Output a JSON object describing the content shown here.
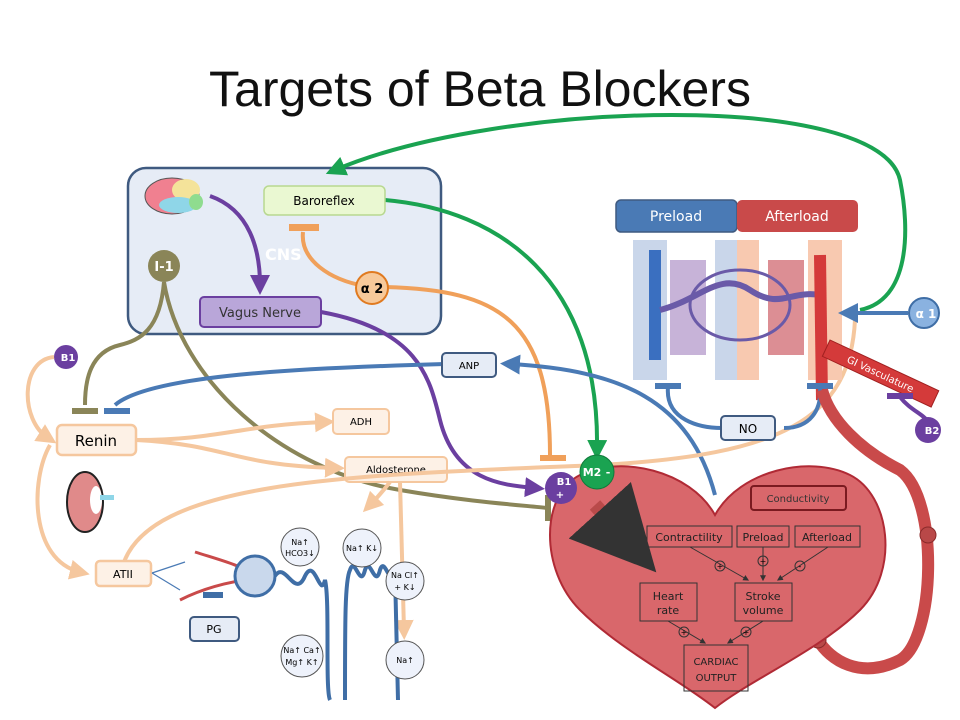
{
  "title": "Targets of Beta Blockers",
  "cns": {
    "region_label": "CNS",
    "baroreflex": "Baroreflex",
    "vagus_nerve": "Vagus Nerve",
    "imidazoline_receptor": "I-1",
    "alpha2_receptor": "α 2"
  },
  "vasculature": {
    "preload": "Preload",
    "afterload": "Afterload",
    "gi_vasculature": "GI Vasculature",
    "no": "NO",
    "alpha1_receptor": "α 1",
    "b2_receptor": "B2"
  },
  "kidney": {
    "b1_receptor": "B1",
    "renin": "Renin",
    "anp": "ANP",
    "adh": "ADH",
    "aldosterone": "Aldosterone",
    "atii": "ATII",
    "pg": "PG"
  },
  "nephron_ions": [
    {
      "line1": "Na↑",
      "line2": "HCO3↓"
    },
    {
      "line1": "Na↑ K↓",
      "line2": ""
    },
    {
      "line1": "Na Cl↑",
      "line2": "+ K↓"
    },
    {
      "line1": "Na↑ Ca↑",
      "line2": "Mg↑ K↑"
    },
    {
      "line1": "Na↑",
      "line2": ""
    }
  ],
  "heart": {
    "b1_receptor": "B1",
    "b1_sign": "+",
    "m2_receptor": "M2",
    "m2_sign": "-",
    "conductivity": "Conductivity",
    "contractility": "Contractility",
    "preload": "Preload",
    "afterload": "Afterload",
    "heart_rate_1": "Heart",
    "heart_rate_2": "rate",
    "stroke_volume_1": "Stroke",
    "stroke_volume_2": "volume",
    "cardiac_output_1": "CARDIAC",
    "cardiac_output_2": "OUTPUT",
    "plus": "+",
    "minus": "-"
  },
  "colors": {
    "green": "#1aa351",
    "purple": "#6b3fa0",
    "orange": "#f0a05a",
    "peach": "#f5c79e",
    "olive": "#8a8558",
    "blue": "#4a7ab5",
    "red": "#c94a4a",
    "heart_fill": "#d9676b"
  }
}
